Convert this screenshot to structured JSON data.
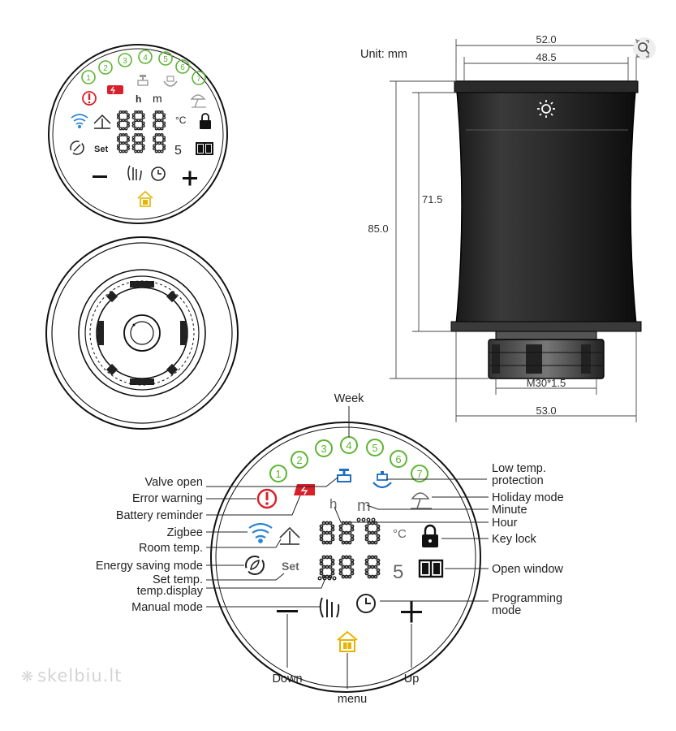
{
  "unit_label": "Unit: mm",
  "dimensions": {
    "width_top": "52.0",
    "width_inner": "48.5",
    "height_total": "85.0",
    "height_body": "71.5",
    "thread": "M30*1.5",
    "width_bottom": "53.0"
  },
  "week_numbers": [
    "1",
    "2",
    "3",
    "4",
    "5",
    "6",
    "7"
  ],
  "display_glyphs": {
    "hour": "h",
    "minute": "m",
    "celsius": "°C",
    "set": "Set",
    "seconds_digit": "5"
  },
  "labels": {
    "week": "Week",
    "valve_open": "Valve open",
    "error_warning": "Error warning",
    "battery_reminder": "Battery reminder",
    "zigbee": "Zigbee",
    "room_temp": "Room temp.",
    "energy_saving": "Energy saving mode",
    "set_temp_line1": "Set temp.",
    "set_temp_line2": "temp.display",
    "manual_mode": "Manual mode",
    "low_temp_line1": "Low temp.",
    "low_temp_line2": "protection",
    "holiday_mode": "Holiday mode",
    "minute": "Minute",
    "hour": "Hour",
    "key_lock": "Key lock",
    "open_window": "Open window",
    "programming_line1": "Programming",
    "programming_line2": "mode",
    "down": "Down",
    "menu": "menu",
    "up": "Up"
  },
  "watermark": "skelbiu.lt",
  "colors": {
    "week_green": "#5cb531",
    "error_red": "#d8202a",
    "valve_blue": "#1f6fc2",
    "menu_yellow": "#e7b400",
    "zigbee_blue": "#2a86d4"
  }
}
